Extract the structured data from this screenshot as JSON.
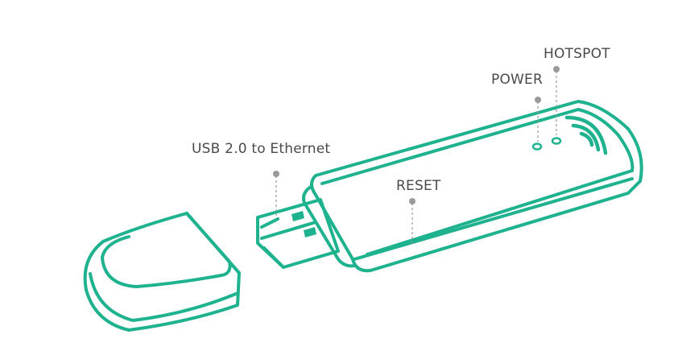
{
  "labels": {
    "usb": "USB 2.0 to Ethernet",
    "reset": "RESET",
    "power": "POWER",
    "hotspot": "HOTSPOT"
  },
  "icons": {
    "device": "usb-dongle-icon",
    "cap": "usb-cap-icon",
    "wifi": "wifi-signal-icon"
  },
  "colors": {
    "stroke": "#1fb28e",
    "label": "#4a4a4a",
    "leader": "#9a9a9a"
  }
}
